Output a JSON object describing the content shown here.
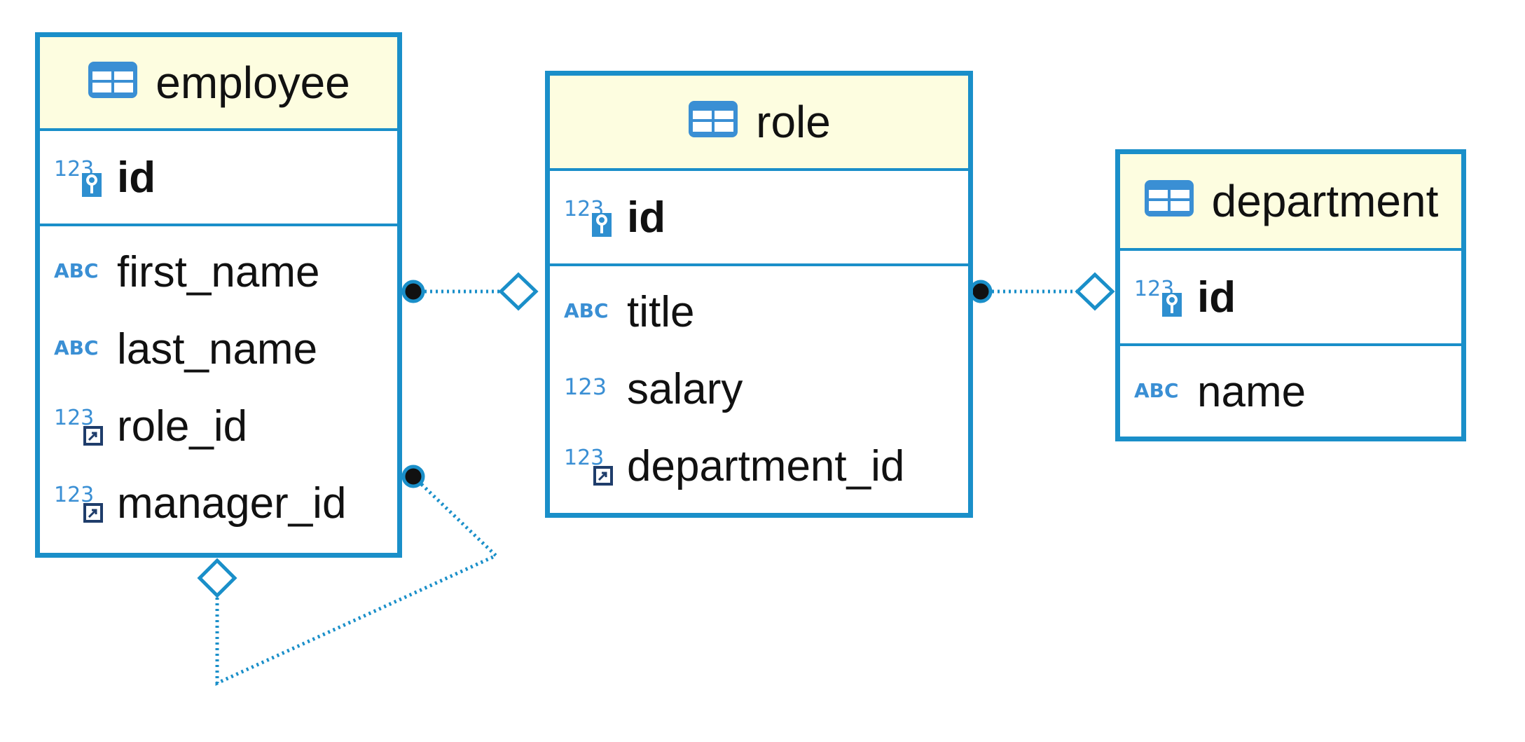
{
  "colors": {
    "border": "#1a8fc9",
    "header_bg": "#fdfde0",
    "icon_blue": "#3a8fd4",
    "line": "#1a8fc9"
  },
  "entities": {
    "employee": {
      "title": "employee",
      "icon": "table-icon",
      "pk": [
        {
          "name": "id",
          "icon": "primary-key-number-icon"
        }
      ],
      "columns": [
        {
          "name": "first_name",
          "icon": "text-type-icon"
        },
        {
          "name": "last_name",
          "icon": "text-type-icon"
        },
        {
          "name": "role_id",
          "icon": "foreign-key-number-icon"
        },
        {
          "name": "manager_id",
          "icon": "foreign-key-number-icon"
        }
      ]
    },
    "role": {
      "title": "role",
      "icon": "table-icon",
      "pk": [
        {
          "name": "id",
          "icon": "primary-key-number-icon"
        }
      ],
      "columns": [
        {
          "name": "title",
          "icon": "text-type-icon"
        },
        {
          "name": "salary",
          "icon": "number-type-icon"
        },
        {
          "name": "department_id",
          "icon": "foreign-key-number-icon"
        }
      ]
    },
    "department": {
      "title": "department",
      "icon": "table-icon",
      "pk": [
        {
          "name": "id",
          "icon": "primary-key-number-icon"
        }
      ],
      "columns": [
        {
          "name": "name",
          "icon": "text-type-icon"
        }
      ]
    }
  },
  "relationships": [
    {
      "from": "employee.role_id",
      "to": "role.id"
    },
    {
      "from": "role.department_id",
      "to": "department.id"
    },
    {
      "from": "employee.manager_id",
      "to": "employee.id"
    }
  ]
}
